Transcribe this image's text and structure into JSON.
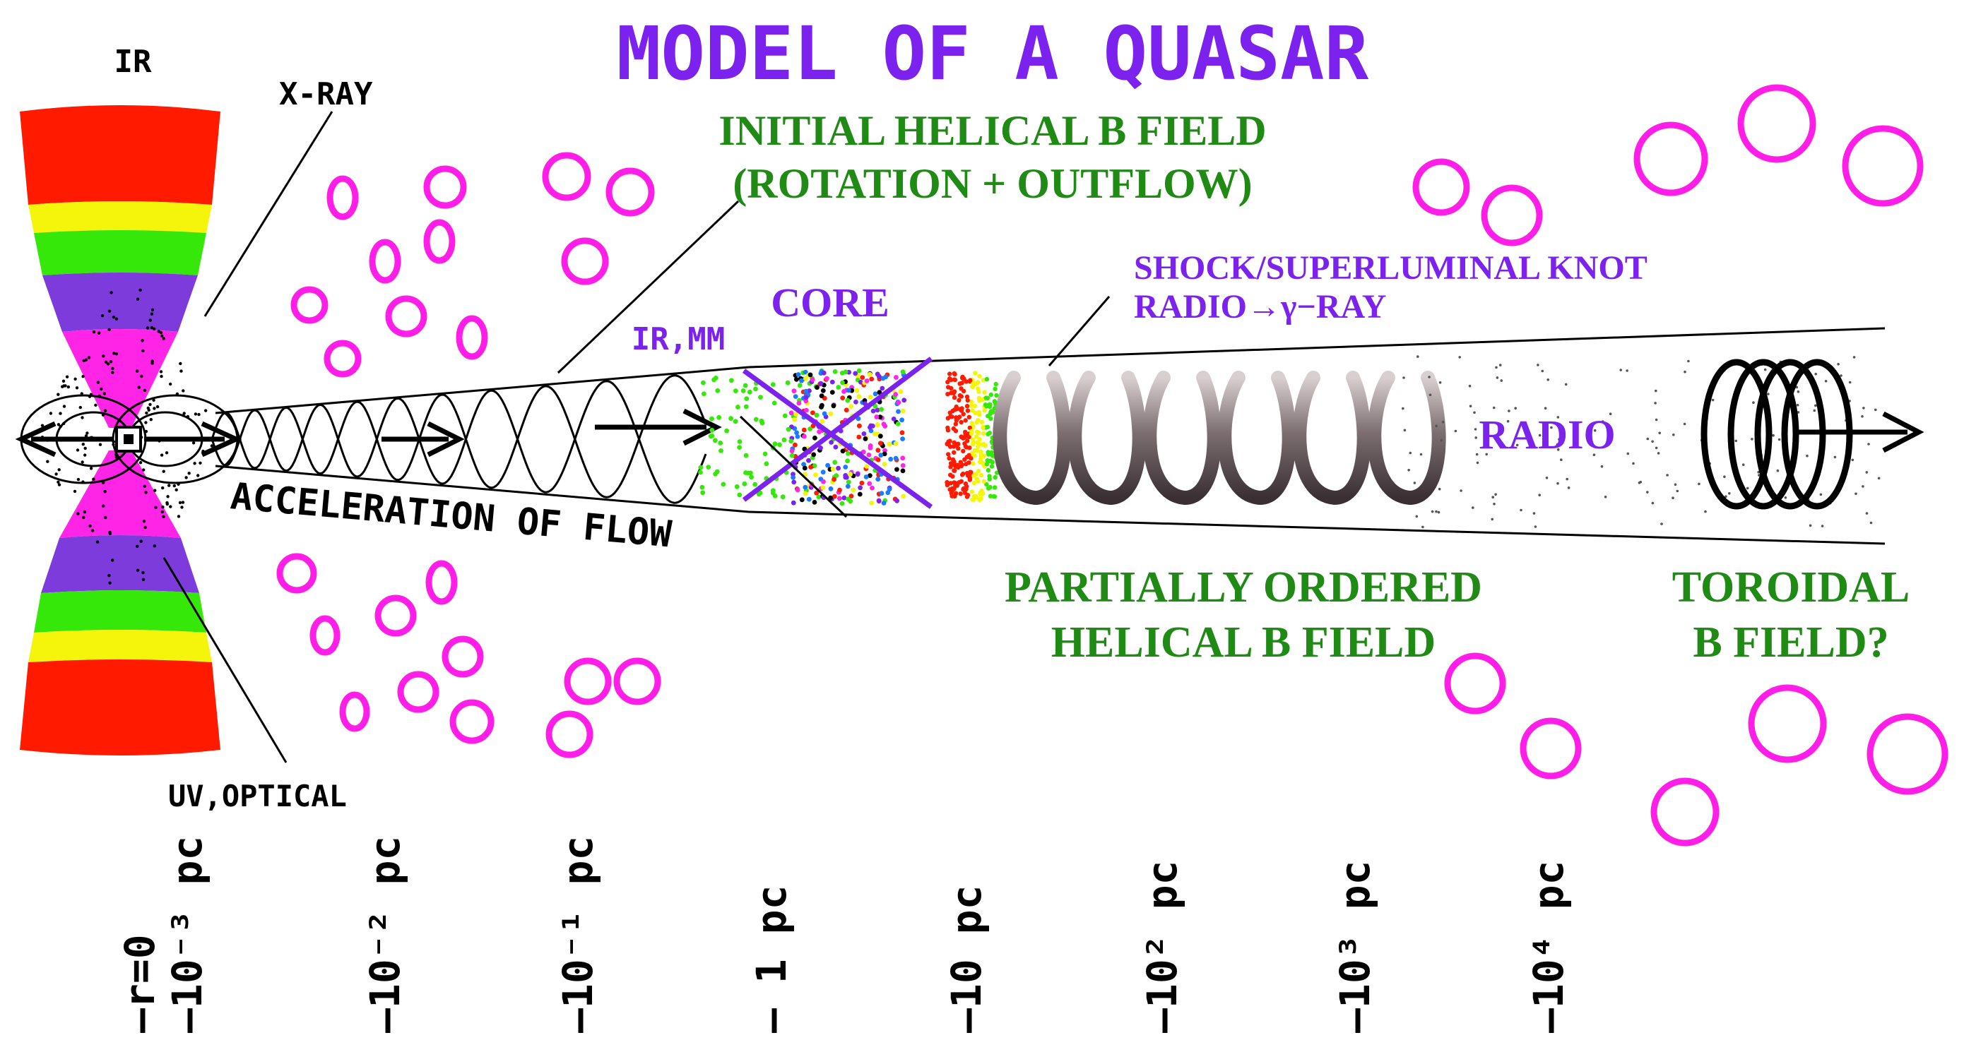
{
  "title": "MODEL OF A QUASAR",
  "labels": {
    "ir": "IR",
    "xray": "X-RAY",
    "uv_optical": "UV,OPTICAL",
    "acceleration": "ACCELERATION OF FLOW",
    "initial_field_line1": "INITIAL HELICAL B FIELD",
    "initial_field_line2": "(ROTATION + OUTFLOW)",
    "ir_mm": "IR,MM",
    "core": "CORE",
    "shock_line1": "SHOCK/SUPERLUMINAL KNOT",
    "shock_line2": "RADIO→γ−RAY",
    "radio": "RADIO",
    "partial_line1": "PARTIALLY ORDERED",
    "partial_line2": "HELICAL B FIELD",
    "toroidal_line1": "TOROIDAL",
    "toroidal_line2": "B FIELD?"
  },
  "scale": [
    {
      "key": "r0",
      "label": "—r=0"
    },
    {
      "key": "e-3",
      "label": "—10⁻³ pc"
    },
    {
      "key": "e-2",
      "label": "—10⁻² pc"
    },
    {
      "key": "e-1",
      "label": "—10⁻¹ pc"
    },
    {
      "key": "e0",
      "label": "— 1 pc"
    },
    {
      "key": "e1",
      "label": "—10 pc"
    },
    {
      "key": "e2",
      "label": "—10² pc"
    },
    {
      "key": "e3",
      "label": "—10³ pc"
    },
    {
      "key": "e4",
      "label": "—10⁴ pc"
    }
  ],
  "colors": {
    "title": "#7b22ee",
    "green_text": "#1f8a14",
    "purple_text": "#7b22ee",
    "cloud": "#ff1ee8",
    "torus_red": "#ff1a00",
    "torus_yellow": "#f4f50a",
    "torus_green": "#35e80a",
    "torus_violet": "#7e3bdc",
    "torus_magenta": "#ff24e6",
    "spring": "#8a7e80",
    "core_cross": "#7b22ee"
  }
}
